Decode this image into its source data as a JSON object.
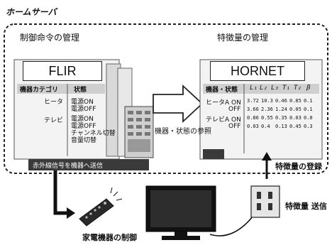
{
  "title": "ホームサーバ",
  "left": {
    "heading": "制御命令の管理",
    "system": "FLIR",
    "col1": "機器カテゴリ",
    "col2": "状態",
    "rows": [
      {
        "device": "ヒータ",
        "states": [
          "電源ON",
          "電源OFF"
        ]
      },
      {
        "device": "テレビ",
        "states": [
          "電源ON",
          "電源OFF",
          "チャンネル切替",
          "音量切替"
        ]
      }
    ],
    "footer": "赤外線信号を機器へ送信"
  },
  "right": {
    "heading": "特徴量の管理",
    "system": "HORNET",
    "col1": "機器・状態",
    "cols": [
      "L₁",
      "L₂",
      "L₃",
      "T₁",
      "T₂",
      "β"
    ],
    "rows": [
      {
        "label": "ヒータA ON",
        "values": [
          "3.72",
          "10.3",
          "0.46",
          "0.85",
          "0.1"
        ]
      },
      {
        "label": "OFF",
        "values": [
          "3.66",
          "2.36",
          "1.24",
          "0.05",
          "0.1"
        ]
      },
      {
        "label": "テレビA ON",
        "values": [
          "0.86",
          "0.55",
          "0.35",
          "0.03",
          "0.0"
        ]
      },
      {
        "label": "OFF",
        "values": [
          "0.03",
          "0.4",
          "0.13",
          "0.45",
          "0.3"
        ]
      }
    ],
    "footer": "特徴量の登録"
  },
  "arrow_label": "機器・状態の参照",
  "remote_label": "家電機器の制御",
  "sensor_label": "特徴量 送信"
}
